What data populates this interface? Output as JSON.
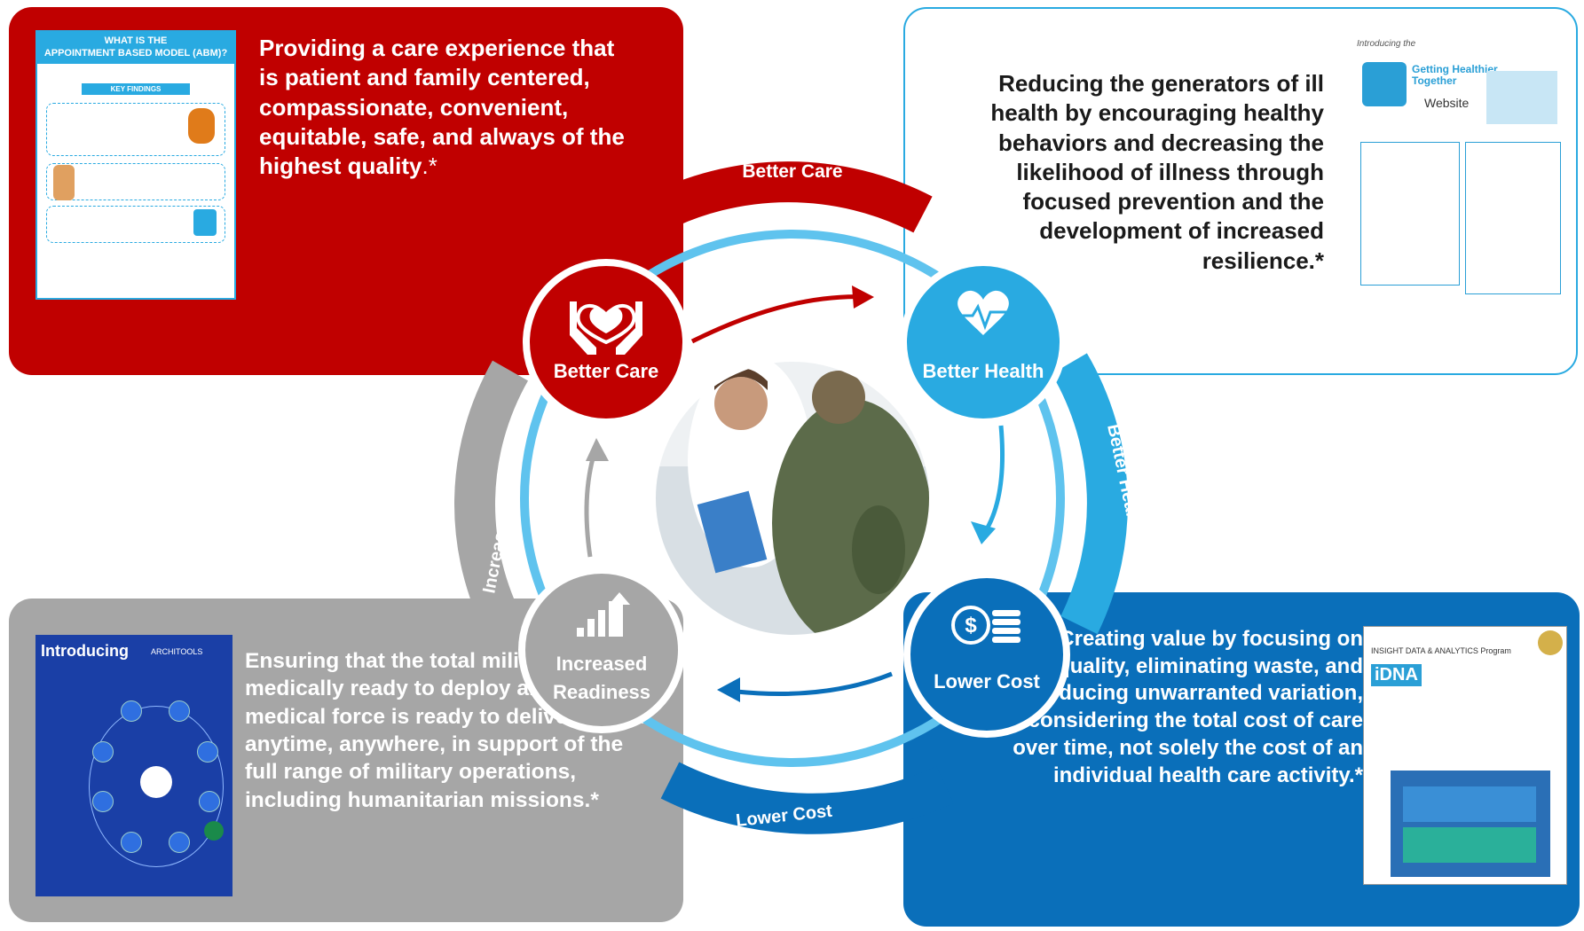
{
  "colors": {
    "care": "#c00000",
    "health": "#29aae1",
    "cost": "#0a6fba",
    "readiness": "#a6a6a6"
  },
  "quadrants": {
    "better_care": {
      "text": "Providing a care experience that is patient and family centered, compassionate, convenient, equitable, safe, and always of the highest quality",
      "asterisk": ".*",
      "node_label": "Better Care",
      "arc_label": "Better Care",
      "icon": "heart-in-hands-icon"
    },
    "better_health": {
      "text": "Reducing the generators of ill health by encouraging healthy behaviors and decreasing the likelihood of illness through focused prevention and the development of increased resilience.*",
      "node_label": "Better Health",
      "arc_label": "Better Health",
      "icon": "heartbeat-icon"
    },
    "lower_cost": {
      "text": "Creating value by focusing on quality, eliminating waste, and reducing unwarranted variation, considering the total cost of care over time, not solely the cost of an individual health care activity.*",
      "node_label": "Lower Cost",
      "arc_label": "Lower Cost",
      "icon": "dollar-coins-icon"
    },
    "increased_readiness": {
      "text": "Ensuring that the total military force is medically ready to deploy and that the medical force is ready to deliver health anytime, anywhere, in support of the full range of military operations, including humanitarian missions.*",
      "node_label_line1": "Increased",
      "node_label_line2": "Readiness",
      "arc_label": "Increased Readiness",
      "icon": "bar-chart-up-icon"
    }
  },
  "thumbnails": {
    "abm": {
      "title_line1": "WHAT IS THE",
      "title_line2": "APPOINTMENT BASED MODEL (ABM)?",
      "banner": "KEY FINDINGS"
    },
    "getting": {
      "intro": "Introducing the",
      "brand_line1": "Getting Healthier",
      "brand_line2": "Together",
      "website": "Website"
    },
    "archi": {
      "intro": "Introducing",
      "brand": "ARCHITOOLS"
    },
    "idna": {
      "program": "INSIGHT DATA & ANALYTICS Program",
      "logo": "iDNA"
    }
  },
  "center_photo": {
    "description_icon": "doctor-soldier-photo"
  }
}
